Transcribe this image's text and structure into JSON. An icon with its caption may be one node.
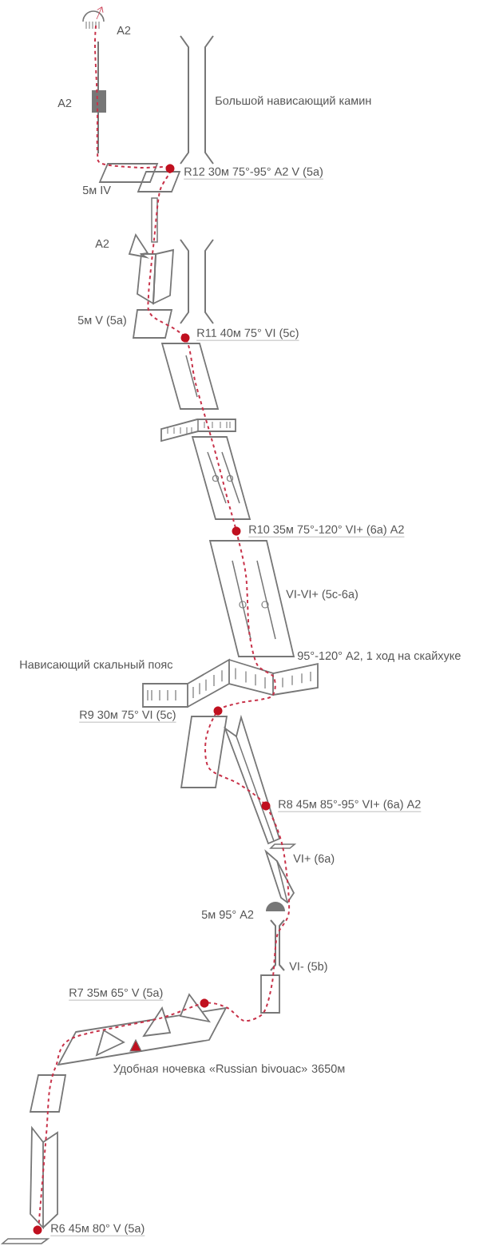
{
  "diagram": {
    "labels": [
      "A2",
      "A2",
      "Большой нависающий камин",
      "R12 30м 75°-95° A2 V (5a)",
      "5м IV",
      "A2",
      "5м V (5a)",
      "R11 40м 75° VI (5c)",
      "R10 35м 75°-120° VI+ (6a) A2",
      "VI-VI+ (5c-6a)",
      "95°-120° A2, 1 ход на скайхуке",
      "Нависающий скальный пояс",
      "R9 30м 75° VI (5c)",
      "R8 45м 85°-95° VI+ (6a) A2",
      "VI+ (6a)",
      "5м 95° A2",
      "VI- (5b)",
      "R7 35м 65° V (5a)",
      "Удобная ночевка «Russian bivouac» 3650м",
      "R6 45м 80° V (5a)"
    ]
  }
}
